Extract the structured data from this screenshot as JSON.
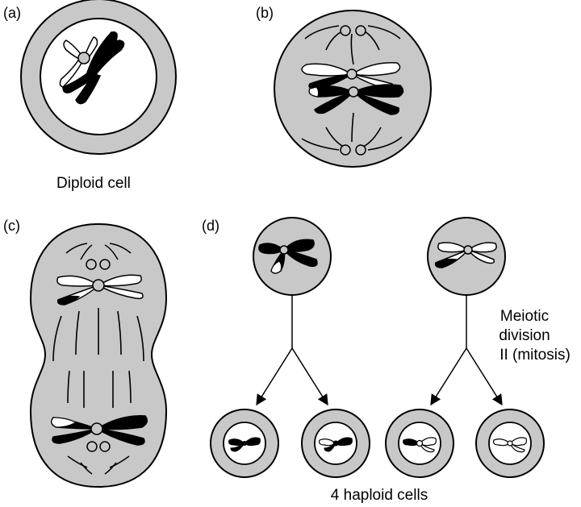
{
  "panels": {
    "a": {
      "label": "(a)",
      "caption": "Diploid cell"
    },
    "b": {
      "label": "(b)"
    },
    "c": {
      "label": "(c)"
    },
    "d": {
      "label": "(d)",
      "side_note": [
        "Meiotic",
        "division",
        "II (mitosis)"
      ],
      "caption": "4 haploid cells"
    }
  },
  "colors": {
    "cytoplasm": "#c8c8c8",
    "nucleus": "#ffffff",
    "dark_chromosome": "#000000",
    "light_chromosome": "#ffffff",
    "outline": "#000000"
  }
}
